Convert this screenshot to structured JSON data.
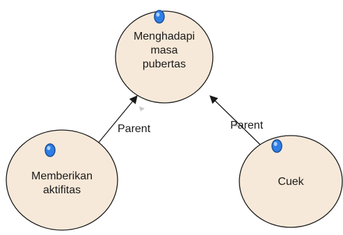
{
  "colors": {
    "node_fill": "#f7e9d9",
    "node_stroke": "#1a1a1a",
    "edge_stroke": "#1a1a1a",
    "icon_fill": "#2f7ee6",
    "icon_stroke": "#1b4f96"
  },
  "nodes": [
    {
      "id": "root",
      "label": "Menghadapi\nmasa\npubertas",
      "icon": "use-case-icon"
    },
    {
      "id": "left",
      "label": "Memberikan\naktifitas",
      "icon": "use-case-icon"
    },
    {
      "id": "right",
      "label": "Cuek",
      "icon": "use-case-icon"
    }
  ],
  "edges": [
    {
      "from": "left",
      "to": "root",
      "label": "Parent"
    },
    {
      "from": "right",
      "to": "root",
      "label": "Parent"
    }
  ]
}
